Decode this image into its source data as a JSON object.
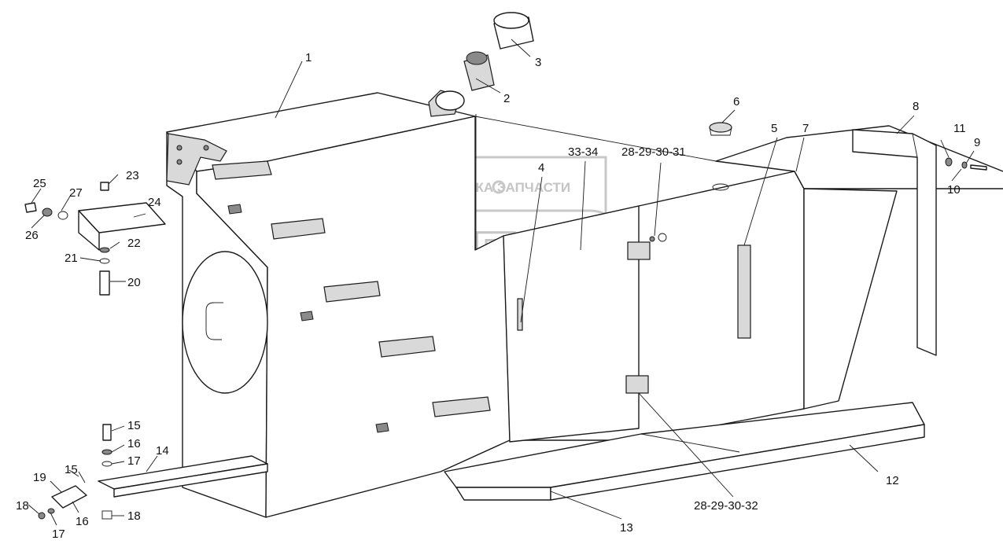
{
  "watermark": {
    "top_text": "ТЕХНИКА   ЗАПЧАСТИ",
    "logo_text": "ЭПФ"
  },
  "callouts": [
    {
      "id": "c1",
      "text": "1"
    },
    {
      "id": "c2",
      "text": "2"
    },
    {
      "id": "c3",
      "text": "3"
    },
    {
      "id": "c4",
      "text": "4"
    },
    {
      "id": "c5",
      "text": "5"
    },
    {
      "id": "c6",
      "text": "6"
    },
    {
      "id": "c7",
      "text": "7"
    },
    {
      "id": "c8",
      "text": "8"
    },
    {
      "id": "c9",
      "text": "9"
    },
    {
      "id": "c10",
      "text": "10"
    },
    {
      "id": "c11",
      "text": "11"
    },
    {
      "id": "c12",
      "text": "12"
    },
    {
      "id": "c13",
      "text": "13"
    },
    {
      "id": "c14",
      "text": "14"
    },
    {
      "id": "c15a",
      "text": "15"
    },
    {
      "id": "c15b",
      "text": "15"
    },
    {
      "id": "c16a",
      "text": "16"
    },
    {
      "id": "c16b",
      "text": "16"
    },
    {
      "id": "c17a",
      "text": "17"
    },
    {
      "id": "c17b",
      "text": "17"
    },
    {
      "id": "c18a",
      "text": "18"
    },
    {
      "id": "c18b",
      "text": "18"
    },
    {
      "id": "c19",
      "text": "19"
    },
    {
      "id": "c20",
      "text": "20"
    },
    {
      "id": "c21",
      "text": "21"
    },
    {
      "id": "c22",
      "text": "22"
    },
    {
      "id": "c23",
      "text": "23"
    },
    {
      "id": "c24",
      "text": "24"
    },
    {
      "id": "c25",
      "text": "25"
    },
    {
      "id": "c26",
      "text": "26"
    },
    {
      "id": "c27",
      "text": "27"
    },
    {
      "id": "c3334",
      "text": "33-34"
    },
    {
      "id": "c2831",
      "text": "28-29-30-31"
    },
    {
      "id": "c2832",
      "text": "28-29-30-32"
    }
  ]
}
